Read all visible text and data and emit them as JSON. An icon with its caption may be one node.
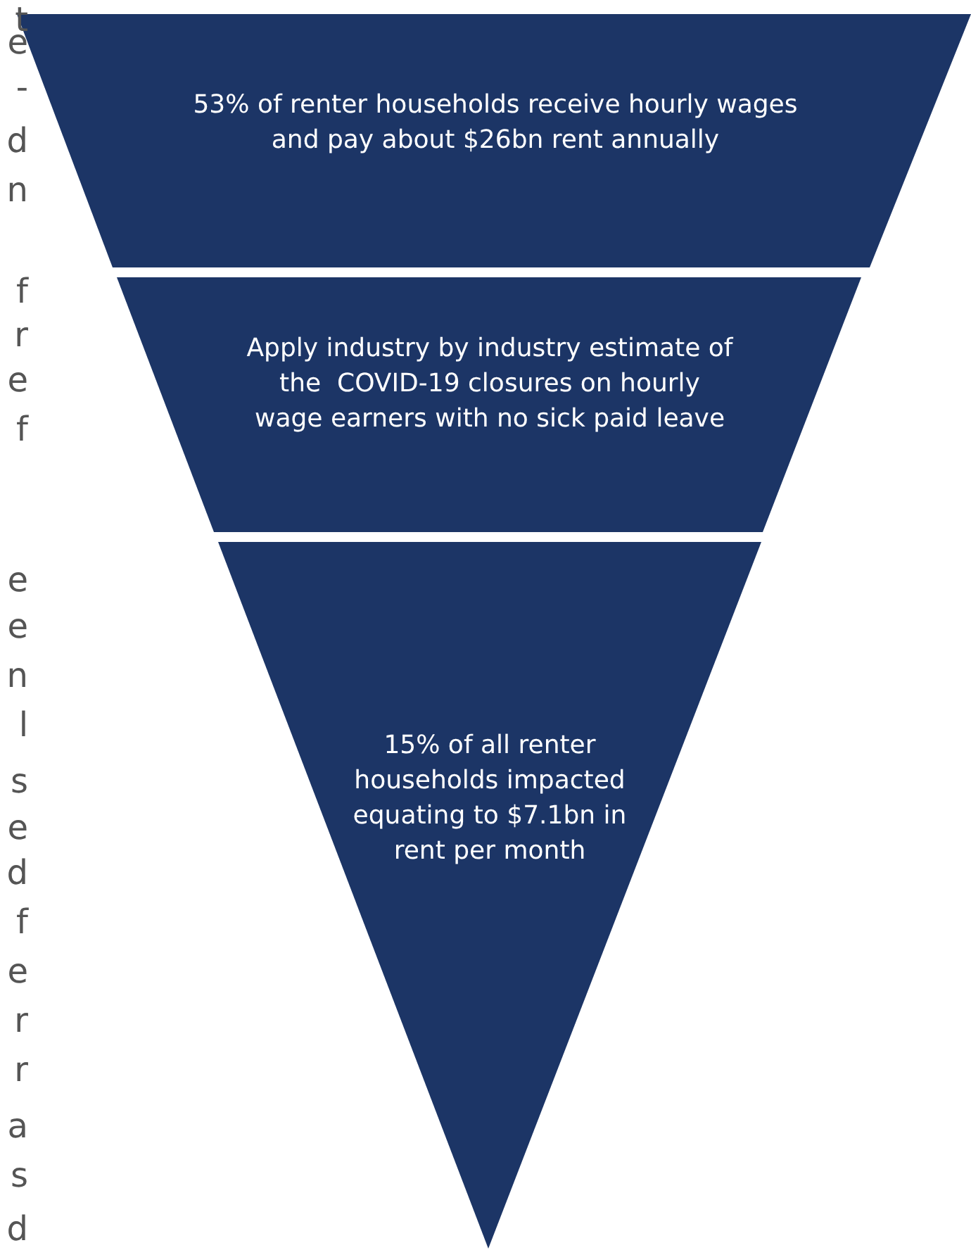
{
  "diagram": {
    "nodes": [
      {
        "text": [
          "53% of renter households receive hourly wages and pay about $26bn rent annually"
        ]
      },
      {
        "text": [
          "Apply industry by industry estimate of the  COVID-19 closures on hourly wage earners with no sick paid leave"
        ]
      },
      {
        "text": [
          "15% of all renter households impacted equating to $7.1bn in rent per month"
        ]
      }
    ],
    "labels": [
      "t",
      "e",
      "-",
      "d",
      "n",
      "f",
      "r",
      "e",
      "f",
      "e",
      "e",
      "n",
      "l",
      "s",
      "e",
      "d",
      "f",
      "e",
      "r",
      "r",
      "a",
      "s",
      "d"
    ]
  }
}
